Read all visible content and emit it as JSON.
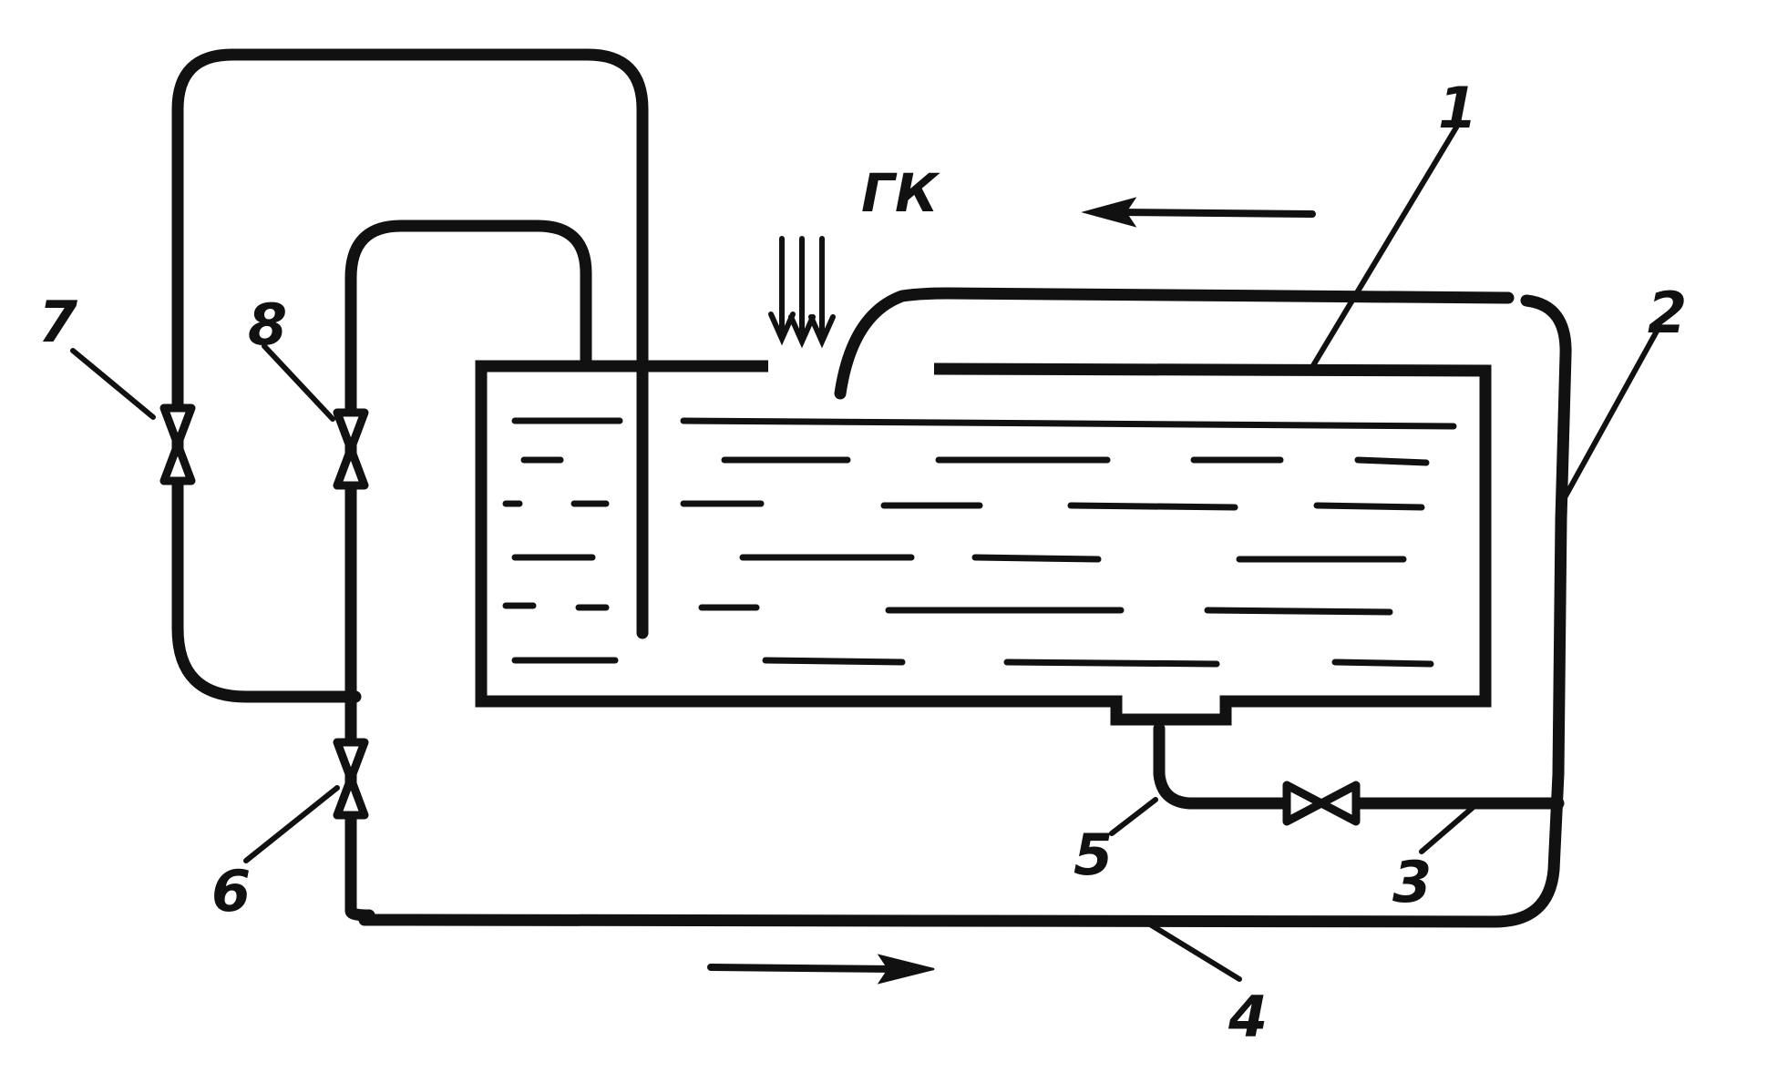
{
  "diagram": {
    "flow_label": "ГК",
    "callouts": {
      "tank": "1",
      "right_pipe": "2",
      "drain_valve": "3",
      "bottom_pipe": "4",
      "outlet_pipe": "5",
      "valve_lower": "6",
      "valve_outer": "7",
      "valve_inner": "8"
    },
    "colors": {
      "ink": "#111111",
      "paper": "#ffffff"
    }
  }
}
